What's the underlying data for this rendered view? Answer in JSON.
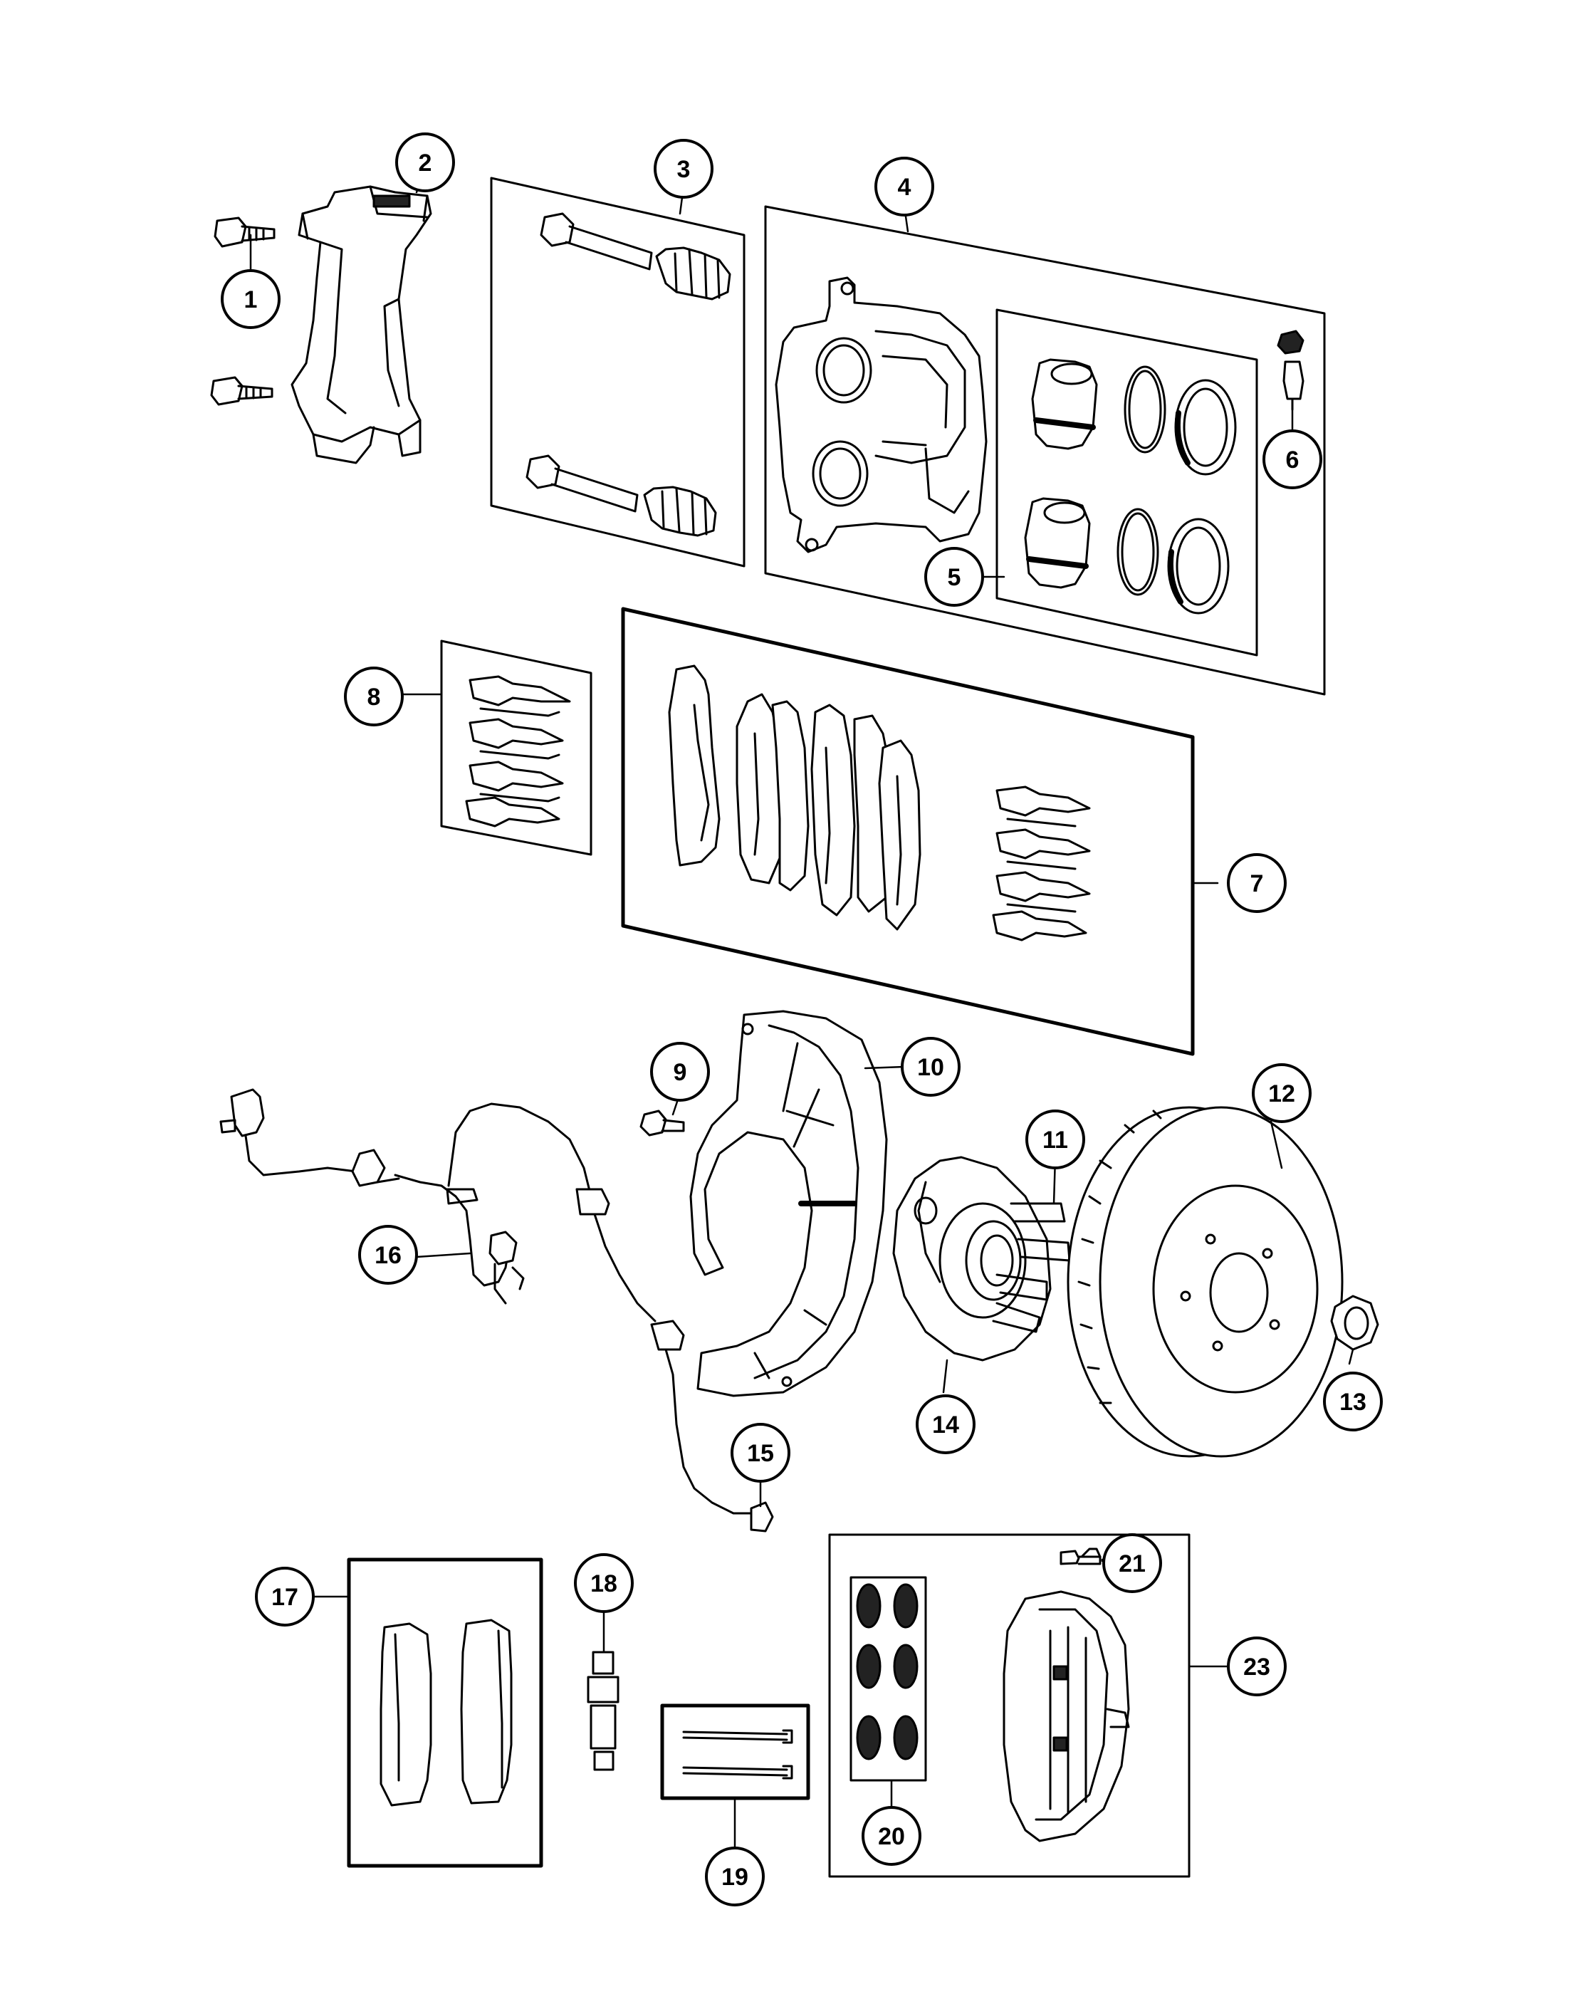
{
  "diagram": {
    "callouts": [
      {
        "id": "1",
        "label": "1"
      },
      {
        "id": "2",
        "label": "2"
      },
      {
        "id": "3",
        "label": "3"
      },
      {
        "id": "4",
        "label": "4"
      },
      {
        "id": "5",
        "label": "5"
      },
      {
        "id": "6",
        "label": "6"
      },
      {
        "id": "7",
        "label": "7"
      },
      {
        "id": "8",
        "label": "8"
      },
      {
        "id": "9",
        "label": "9"
      },
      {
        "id": "10",
        "label": "10"
      },
      {
        "id": "11",
        "label": "11"
      },
      {
        "id": "12",
        "label": "12"
      },
      {
        "id": "13",
        "label": "13"
      },
      {
        "id": "14",
        "label": "14"
      },
      {
        "id": "15",
        "label": "15"
      },
      {
        "id": "16",
        "label": "16"
      },
      {
        "id": "17",
        "label": "17"
      },
      {
        "id": "18",
        "label": "18"
      },
      {
        "id": "19",
        "label": "19"
      },
      {
        "id": "20",
        "label": "20"
      },
      {
        "id": "21",
        "label": "21"
      },
      {
        "id": "22",
        "label": ""
      },
      {
        "id": "23",
        "label": "23"
      }
    ],
    "colors": {
      "line": "#000000",
      "background": "#ffffff"
    }
  }
}
